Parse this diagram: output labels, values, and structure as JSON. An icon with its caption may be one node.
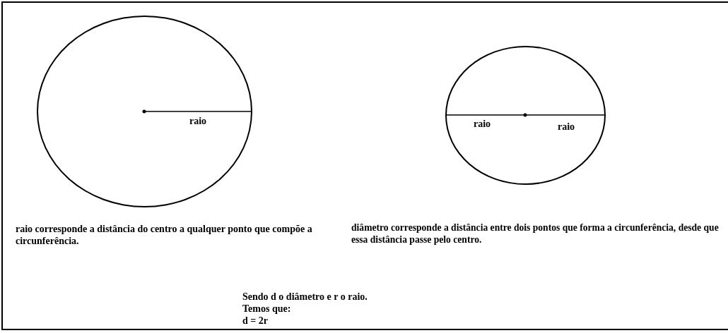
{
  "diagram": {
    "nodes": [
      {
        "text": [
          "raio"
        ]
      },
      {
        "text": [
          "raio",
          "raio"
        ]
      }
    ],
    "labels": [
      "raio corresponde a distância do centro a qualquer ponto que compõe a circunferência.",
      "diâmetro corresponde a distância entre dois pontos que forma a circunferência, desde que essa distância passe pelo centro.",
      "Sendo d o diâmetro e r o raio.",
      "Temos que:",
      "d = 2r"
    ]
  }
}
